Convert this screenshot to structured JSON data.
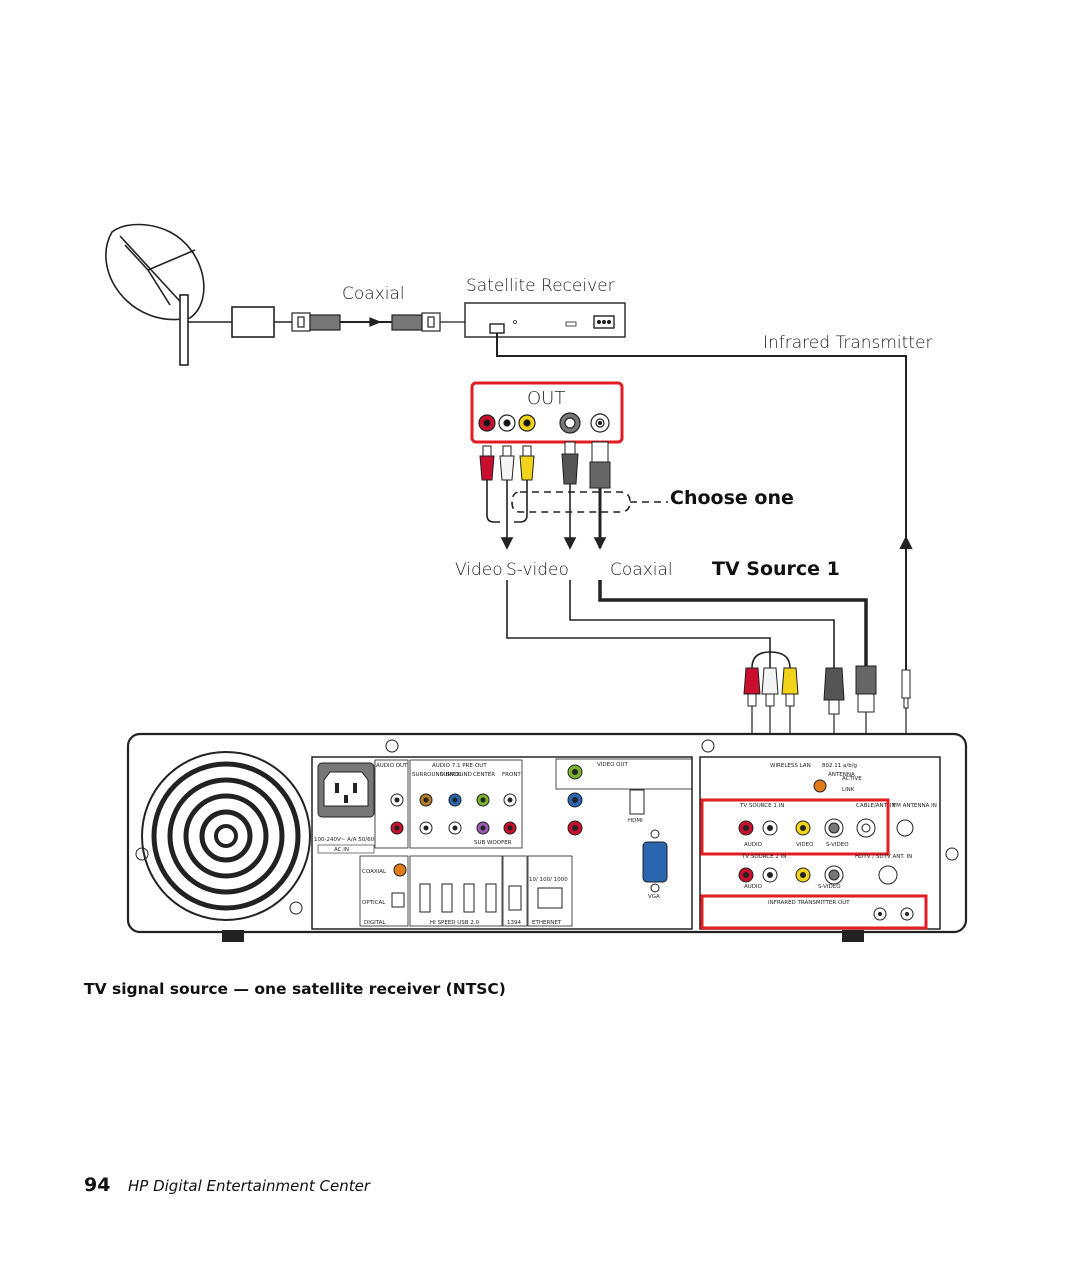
{
  "labels": {
    "coaxial_top": "Coaxial",
    "satellite_receiver": "Satellite Receiver",
    "infrared_transmitter": "Infrared Transmitter",
    "out": "OUT",
    "choose_one": "Choose one",
    "video": "Video",
    "s_video": "S-video",
    "coaxial_bottom": "Coaxial",
    "tv_source": "TV Source 1"
  },
  "panel_labels": {
    "audio_out": "AUDIO OUT",
    "audio_71": "AUDIO 7.1 PRE-OUT",
    "surround_back": "SURROUND BACK",
    "surround": "SURROUND",
    "center": "CENTER",
    "front": "FRONT",
    "sub_woofer": "SUB WOOFER",
    "ac_in": "AC IN",
    "voltage": "100-240V~ A/A 50/60Hz",
    "video_out": "VIDEO OUT",
    "hdmi": "HDMI",
    "vga": "VGA",
    "coaxial": "COAXIAL",
    "optical": "OPTICAL",
    "digital_audio": "DIGITAL",
    "hi_speed_usb": "HI SPEED USB 2.0",
    "ieee1394": "1394",
    "ethernet": "ETHERNET",
    "ethernet_speed": "10/ 100/ 1000",
    "wireless_lan": "WIRELESS LAN",
    "wlan_std": "802.11 a/b/g",
    "antenna": "ANTENNA",
    "active": "ACTIVE",
    "link": "LINK",
    "tv_source1_in": "TV SOURCE 1 IN",
    "tv_source2_in": "TV SOURCE 2 IN",
    "audio": "AUDIO",
    "video": "VIDEO",
    "s_video": "S-VIDEO",
    "cable_ant_in": "CABLE/ANT. IN",
    "fm_antenna_in": "FM ANTENNA IN",
    "hdtv_sdtv_ant_in": "HDTV / SDTV ANT. IN",
    "infrared_out": "INFRARED TRANSMITTER OUT"
  },
  "caption": "TV signal source — one satellite receiver (NTSC)",
  "footer": {
    "page_number": "94",
    "title": "HP Digital Entertainment Center"
  },
  "colors": {
    "highlight_red": "#e31b23",
    "rca_red": "#c8102e",
    "rca_yellow": "#f2d31b",
    "rca_white": "#f4f4f4"
  }
}
